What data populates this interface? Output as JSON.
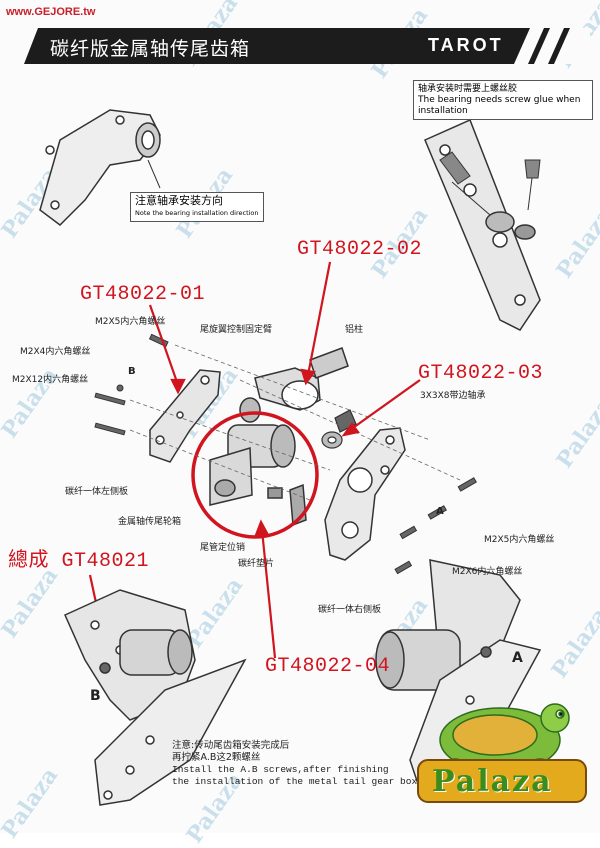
{
  "site_url": "www.GEJORE.tw",
  "banner": {
    "title": "碳纤版金属轴传尾齿箱",
    "brand": "TAROT"
  },
  "notes": {
    "bearing_direction_cn": "注意轴承安装方向",
    "bearing_direction_en": "Note the bearing installation direction",
    "screw_glue_cn": "轴承安装时需要上螺丝胶",
    "screw_glue_en": "The bearing needs screw glue when installation"
  },
  "part_codes": {
    "p01": "GT48022-01",
    "p02": "GT48022-02",
    "p03": "GT48022-03",
    "p04": "GT48022-04",
    "assembly": "總成 GT48021"
  },
  "labels": {
    "m2x5_top": "M2X5内六角螺丝",
    "m2x4": "M2X4内六角螺丝",
    "m2x12": "M2X12内六角螺丝",
    "b": "B",
    "a": "A",
    "control_arm": "尾旋翼控制固定臂",
    "pillar": "铝柱",
    "bearing_3x3x8": "3X3X8带边轴承",
    "left_plate": "碳纤一体左侧板",
    "gearbox": "金属轴传尾轮箱",
    "tube_locator": "尾管定位销",
    "cf_shim": "碳纤垫片",
    "m2x5_right": "M2X5内六角螺丝",
    "m2x6": "M2X6内六角螺丝",
    "right_plate": "碳纤一体右侧板"
  },
  "footer_note": {
    "cn1": "注意:传动尾齿箱安装完成后",
    "cn2": "再拧紧A.B这2颗螺丝",
    "en1": "Install the A.B screws,after finishing",
    "en2": "the installation of the metal tail gear box"
  },
  "watermark": "Palaza",
  "logo_text": "Palaza",
  "colors": {
    "red": "#d0151f",
    "watermark": "#b9d7e8",
    "banner": "#1c1c1c"
  }
}
